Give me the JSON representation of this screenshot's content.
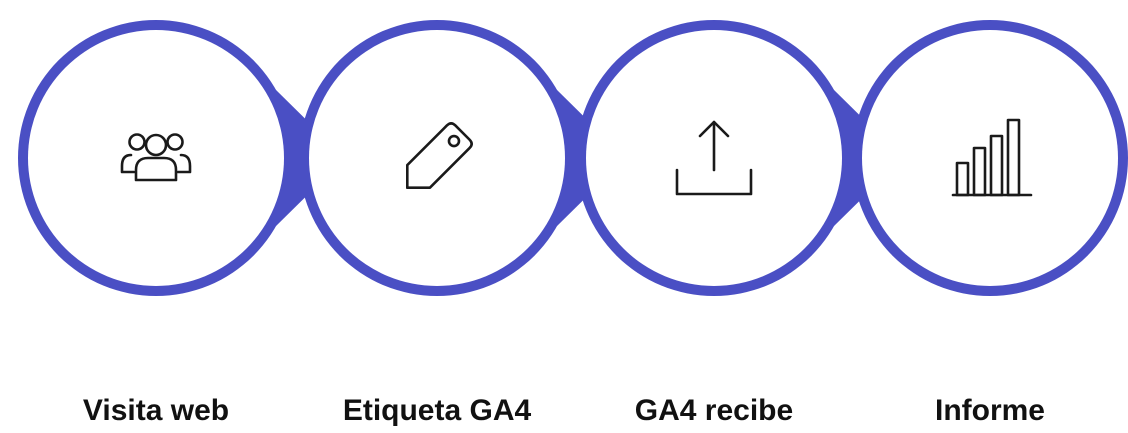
{
  "diagram": {
    "ring_color": "#4a4fc4",
    "circle_fill": "#ffffff",
    "icon_color": "#1a1a1a",
    "steps": [
      {
        "label": "Visita web",
        "icon": "users-group-icon"
      },
      {
        "label": "Etiqueta GA4",
        "icon": "tag-icon"
      },
      {
        "label": "GA4 recibe",
        "icon": "upload-icon"
      },
      {
        "label": "Informe",
        "icon": "bar-chart-icon"
      }
    ]
  }
}
